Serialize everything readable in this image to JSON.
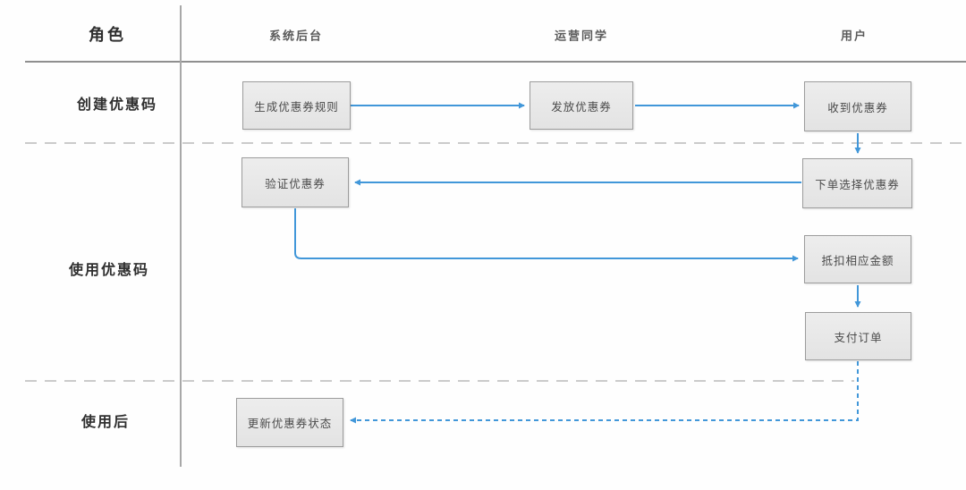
{
  "diagram": {
    "type": "swimlane-flowchart",
    "header": {
      "role": "角色",
      "lanes": [
        {
          "id": "system-backend",
          "label": "系统后台"
        },
        {
          "id": "operations-staff",
          "label": "运营同学"
        },
        {
          "id": "user",
          "label": "用户"
        }
      ]
    },
    "phases": [
      {
        "id": "create-coupon-code",
        "label": "创建优惠码"
      },
      {
        "id": "use-coupon-code",
        "label": "使用优惠码"
      },
      {
        "id": "after-use",
        "label": "使用后"
      }
    ],
    "nodes": [
      {
        "id": "generate-coupon-rule",
        "label": "生成优惠券规则",
        "lane": "系统后台",
        "phase": "创建优惠码"
      },
      {
        "id": "distribute-coupon",
        "label": "发放优惠券",
        "lane": "运营同学",
        "phase": "创建优惠码"
      },
      {
        "id": "receive-coupon",
        "label": "收到优惠券",
        "lane": "用户",
        "phase": "创建优惠码"
      },
      {
        "id": "verify-coupon",
        "label": "验证优惠券",
        "lane": "系统后台",
        "phase": "使用优惠码"
      },
      {
        "id": "order-select-coupon",
        "label": "下单选择优惠券",
        "lane": "用户",
        "phase": "使用优惠码"
      },
      {
        "id": "deduct-amount",
        "label": "抵扣相应金额",
        "lane": "用户",
        "phase": "使用优惠码"
      },
      {
        "id": "pay-order",
        "label": "支付订单",
        "lane": "用户",
        "phase": "使用优惠码"
      },
      {
        "id": "update-coupon-status",
        "label": "更新优惠券状态",
        "lane": "系统后台",
        "phase": "使用后"
      }
    ],
    "edges": [
      {
        "from": "generate-coupon-rule",
        "to": "distribute-coupon",
        "style": "solid"
      },
      {
        "from": "distribute-coupon",
        "to": "receive-coupon",
        "style": "solid"
      },
      {
        "from": "receive-coupon",
        "to": "order-select-coupon",
        "style": "solid"
      },
      {
        "from": "order-select-coupon",
        "to": "verify-coupon",
        "style": "solid"
      },
      {
        "from": "verify-coupon",
        "to": "deduct-amount",
        "style": "solid"
      },
      {
        "from": "deduct-amount",
        "to": "pay-order",
        "style": "solid"
      },
      {
        "from": "pay-order",
        "to": "update-coupon-status",
        "style": "dashed"
      }
    ],
    "colors": {
      "arrow_blue": "#4197d9",
      "box_fill": "#e8e8e8",
      "box_border": "#9c9c9c",
      "solid_grid_line": "#8f8f8f",
      "dashed_separator": "#cbcbcb",
      "header_text": "#5a5a5a",
      "phase_text": "#2f2f2f"
    }
  }
}
